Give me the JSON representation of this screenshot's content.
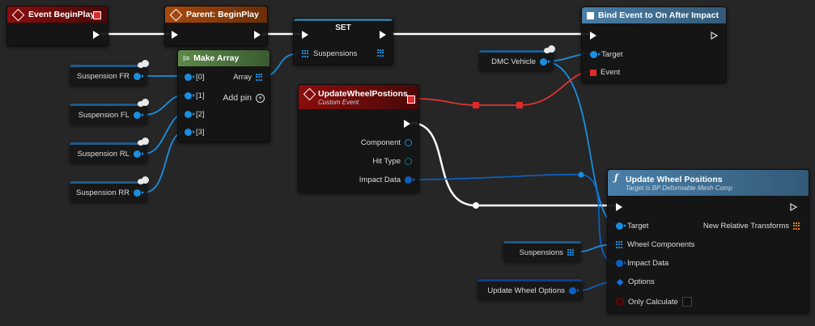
{
  "graph": {
    "background_color": "#262626",
    "exec_wire_color": "#ffffff",
    "object_wire_color": "#1a8fe0",
    "delegate_wire_color": "#e03030"
  },
  "nodes": {
    "event_begin_play": {
      "title": "Event BeginPlay"
    },
    "parent_begin_play": {
      "title": "Parent: BeginPlay"
    },
    "set_node": {
      "title": "SET",
      "pins": {
        "suspensions": "Suspensions"
      }
    },
    "make_array": {
      "title": "Make Array",
      "pins": [
        "[0]",
        "[1]",
        "[2]",
        "[3]"
      ],
      "output": "Array",
      "add_pin": "Add pin"
    },
    "bind_event": {
      "title": "Bind Event to On After Impact",
      "pins": {
        "target": "Target",
        "event": "Event"
      }
    },
    "custom_event": {
      "title": "UpdateWheelPostions",
      "subtitle": "Custom Event",
      "pins": {
        "component": "Component",
        "hit_type": "Hit Type",
        "impact_data": "Impact Data"
      }
    },
    "update_wheel_positions": {
      "title": "Update Wheel Positions",
      "subtitle": "Target is BP Deformable Mesh Comp",
      "pins": {
        "target": "Target",
        "wheel_components": "Wheel Components",
        "impact_data": "Impact Data",
        "options": "Options",
        "only_calculate": "Only Calculate",
        "new_relative_transforms": "New Relative Transforms"
      },
      "only_calculate_checked": false
    }
  },
  "variables": {
    "suspension_fr": "Suspension FR",
    "suspension_fl": "Suspension FL",
    "suspension_rl": "Suspension RL",
    "suspension_rr": "Suspension RR",
    "dmc_vehicle": "DMC Vehicle",
    "suspensions": "Suspensions",
    "update_wheel_options": "Update Wheel Options"
  }
}
